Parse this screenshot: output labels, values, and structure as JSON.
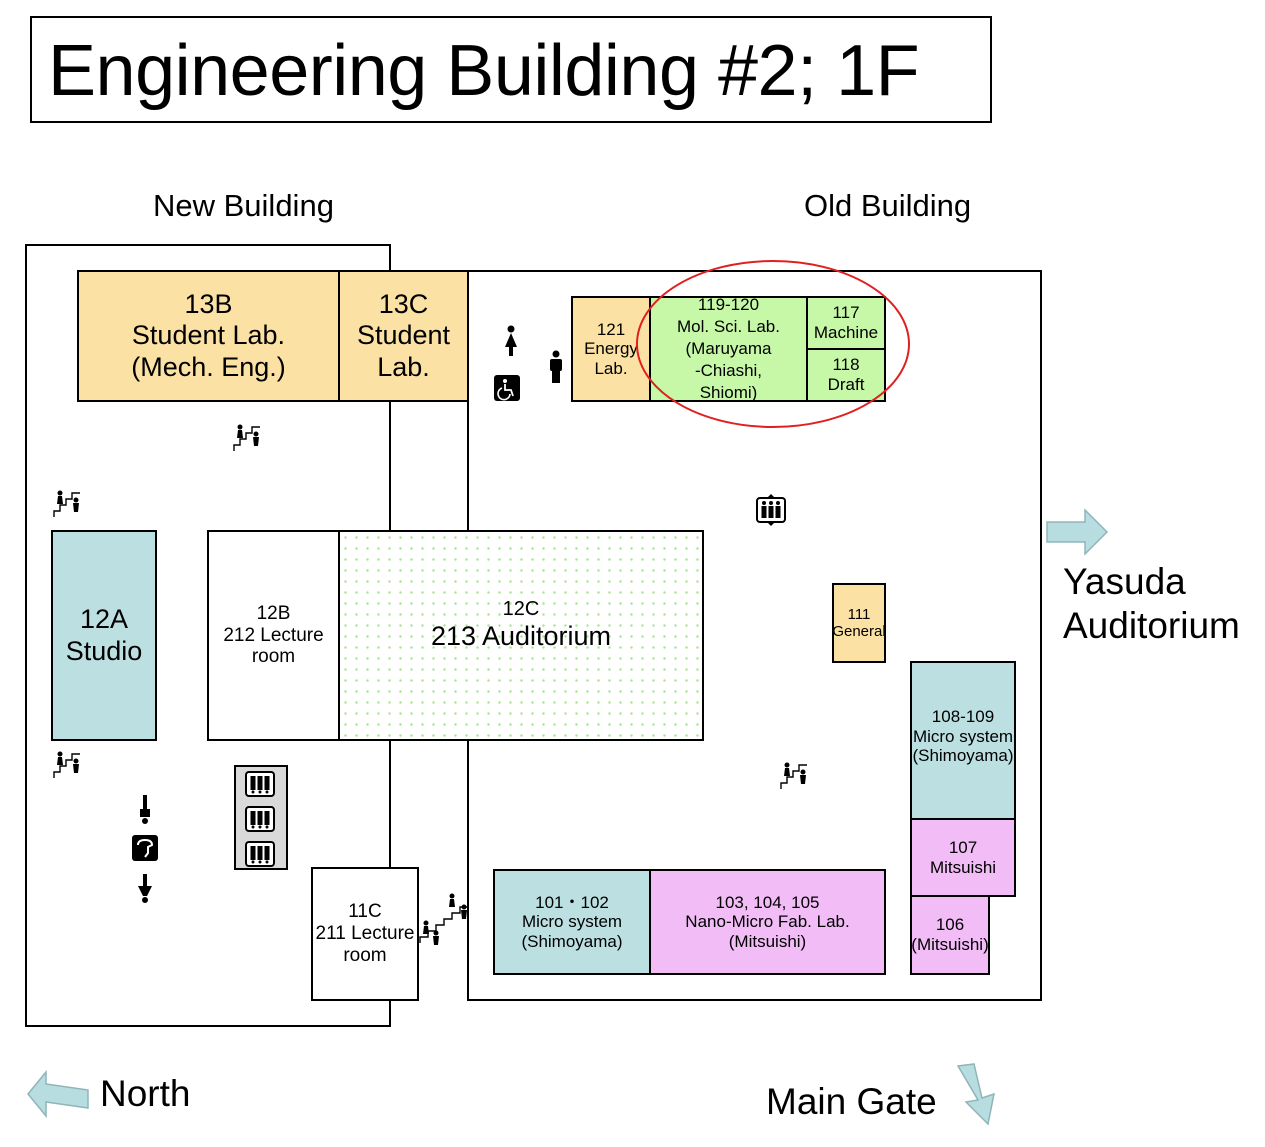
{
  "title": "Engineering Building #2; 1F",
  "buildings": {
    "new": "New Building",
    "old": "Old Building"
  },
  "rooms": {
    "r13b": {
      "lines": [
        "13B",
        "Student Lab.",
        "(Mech. Eng.)"
      ],
      "color": "#fbe2a4"
    },
    "r13c": {
      "lines": [
        "13C",
        "Student",
        "Lab."
      ],
      "color": "#fbe2a4"
    },
    "r121": {
      "lines": [
        "121",
        "Energy",
        "Lab."
      ],
      "color": "#fbe2a4"
    },
    "r119": {
      "lines": [
        "119-120",
        "Mol. Sci. Lab.",
        "(Maruyama",
        "-Chiashi,",
        "Shiomi)"
      ],
      "color": "#c6f8a8",
      "highlighted": true
    },
    "r117": {
      "lines": [
        "117",
        "Machine"
      ],
      "color": "#c6f8a8"
    },
    "r118": {
      "lines": [
        "118",
        "Draft"
      ],
      "color": "#c6f8a8"
    },
    "r12a": {
      "lines": [
        "12A",
        "Studio"
      ],
      "color": "#bce0e2"
    },
    "r12b": {
      "lines": [
        "12B",
        "212 Lecture",
        "room"
      ],
      "color": "#ffffff"
    },
    "r12c": {
      "lines": [
        "12C",
        "213 Auditorium"
      ],
      "color": "#c6f8a8"
    },
    "r111": {
      "lines": [
        "111",
        "General"
      ],
      "color": "#fbe2a4"
    },
    "r108": {
      "lines": [
        "108-109",
        "Micro system",
        "(Shimoyama)"
      ],
      "color": "#bce0e2"
    },
    "r107": {
      "lines": [
        "107",
        "Mitsuishi"
      ],
      "color": "#f2bcf6"
    },
    "r106": {
      "lines": [
        "106",
        "(Mitsuishi)"
      ],
      "color": "#f2bcf6"
    },
    "r101": {
      "lines": [
        "101・102",
        "Micro system",
        "(Shimoyama)"
      ],
      "color": "#bce0e2"
    },
    "r103": {
      "lines": [
        "103, 104, 105",
        "Nano-Micro Fab. Lab.",
        "(Mitsuishi)"
      ],
      "color": "#f2bcf6"
    },
    "r11c": {
      "lines": [
        "11C",
        "211 Lecture",
        "room"
      ],
      "color": "#ffffff"
    }
  },
  "directions": {
    "yasuda": [
      "Yasuda",
      "Auditorium"
    ],
    "north": "North",
    "main_gate": "Main Gate"
  },
  "icons": [
    "womens-restroom-icon",
    "mens-restroom-icon",
    "wheelchair-icon",
    "stairs-icon",
    "elevator-icon",
    "water-fountain-icon"
  ],
  "colors": {
    "highlight_circle": "#e02020",
    "arrow_fill": "#b8dde0",
    "arrow_stroke": "#8fb5b8"
  }
}
